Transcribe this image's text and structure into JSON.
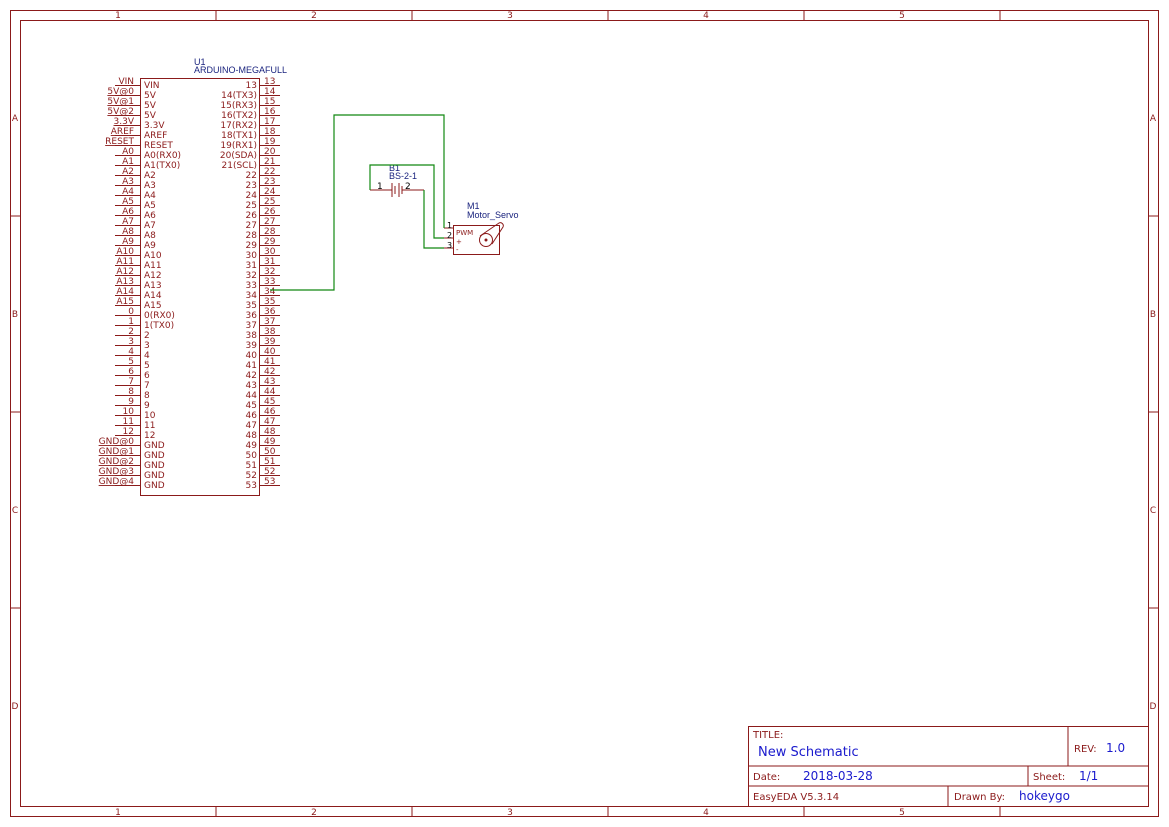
{
  "frame": {
    "col_labels": [
      "1",
      "2",
      "3",
      "4",
      "5"
    ],
    "row_labels": [
      "A",
      "B",
      "C",
      "D"
    ],
    "color": "#8b1a1a"
  },
  "u1": {
    "designator": "U1",
    "part": "ARDUINO-MEGAFULL",
    "left_pins": [
      {
        "ext": "VIN",
        "int": "VIN"
      },
      {
        "ext": "5V@0",
        "int": "5V"
      },
      {
        "ext": "5V@1",
        "int": "5V"
      },
      {
        "ext": "5V@2",
        "int": "5V"
      },
      {
        "ext": "3.3V",
        "int": "3.3V"
      },
      {
        "ext": "AREF",
        "int": "AREF"
      },
      {
        "ext": "RESET",
        "int": "RESET"
      },
      {
        "ext": "A0",
        "int": "A0(RX0)"
      },
      {
        "ext": "A1",
        "int": "A1(TX0)"
      },
      {
        "ext": "A2",
        "int": "A2"
      },
      {
        "ext": "A3",
        "int": "A3"
      },
      {
        "ext": "A4",
        "int": "A4"
      },
      {
        "ext": "A5",
        "int": "A5"
      },
      {
        "ext": "A6",
        "int": "A6"
      },
      {
        "ext": "A7",
        "int": "A7"
      },
      {
        "ext": "A8",
        "int": "A8"
      },
      {
        "ext": "A9",
        "int": "A9"
      },
      {
        "ext": "A10",
        "int": "A10"
      },
      {
        "ext": "A11",
        "int": "A11"
      },
      {
        "ext": "A12",
        "int": "A12"
      },
      {
        "ext": "A13",
        "int": "A13"
      },
      {
        "ext": "A14",
        "int": "A14"
      },
      {
        "ext": "A15",
        "int": "A15"
      },
      {
        "ext": "0",
        "int": "0(RX0)"
      },
      {
        "ext": "1",
        "int": "1(TX0)"
      },
      {
        "ext": "2",
        "int": "2"
      },
      {
        "ext": "3",
        "int": "3"
      },
      {
        "ext": "4",
        "int": "4"
      },
      {
        "ext": "5",
        "int": "5"
      },
      {
        "ext": "6",
        "int": "6"
      },
      {
        "ext": "7",
        "int": "7"
      },
      {
        "ext": "8",
        "int": "8"
      },
      {
        "ext": "9",
        "int": "9"
      },
      {
        "ext": "10",
        "int": "10"
      },
      {
        "ext": "11",
        "int": "11"
      },
      {
        "ext": "12",
        "int": "12"
      },
      {
        "ext": "GND@0",
        "int": "GND"
      },
      {
        "ext": "GND@1",
        "int": "GND"
      },
      {
        "ext": "GND@2",
        "int": "GND"
      },
      {
        "ext": "GND@3",
        "int": "GND"
      },
      {
        "ext": "GND@4",
        "int": "GND"
      }
    ],
    "right_pins": [
      {
        "ext": "13",
        "int": "13"
      },
      {
        "ext": "14",
        "int": "14(TX3)"
      },
      {
        "ext": "15",
        "int": "15(RX3)"
      },
      {
        "ext": "16",
        "int": "16(TX2)"
      },
      {
        "ext": "17",
        "int": "17(RX2)"
      },
      {
        "ext": "18",
        "int": "18(TX1)"
      },
      {
        "ext": "19",
        "int": "19(RX1)"
      },
      {
        "ext": "20",
        "int": "20(SDA)"
      },
      {
        "ext": "21",
        "int": "21(SCL)"
      },
      {
        "ext": "22",
        "int": "22"
      },
      {
        "ext": "23",
        "int": "23"
      },
      {
        "ext": "24",
        "int": "24"
      },
      {
        "ext": "25",
        "int": "25"
      },
      {
        "ext": "26",
        "int": "26"
      },
      {
        "ext": "27",
        "int": "27"
      },
      {
        "ext": "28",
        "int": "28"
      },
      {
        "ext": "29",
        "int": "29"
      },
      {
        "ext": "30",
        "int": "30"
      },
      {
        "ext": "31",
        "int": "31"
      },
      {
        "ext": "32",
        "int": "32"
      },
      {
        "ext": "33",
        "int": "33"
      },
      {
        "ext": "34",
        "int": "34"
      },
      {
        "ext": "35",
        "int": "35"
      },
      {
        "ext": "36",
        "int": "36"
      },
      {
        "ext": "37",
        "int": "37"
      },
      {
        "ext": "38",
        "int": "38"
      },
      {
        "ext": "39",
        "int": "39"
      },
      {
        "ext": "40",
        "int": "40"
      },
      {
        "ext": "41",
        "int": "41"
      },
      {
        "ext": "42",
        "int": "42"
      },
      {
        "ext": "43",
        "int": "43"
      },
      {
        "ext": "44",
        "int": "44"
      },
      {
        "ext": "45",
        "int": "45"
      },
      {
        "ext": "46",
        "int": "46"
      },
      {
        "ext": "47",
        "int": "47"
      },
      {
        "ext": "48",
        "int": "48"
      },
      {
        "ext": "49",
        "int": "49"
      },
      {
        "ext": "50",
        "int": "50"
      },
      {
        "ext": "51",
        "int": "51"
      },
      {
        "ext": "52",
        "int": "52"
      },
      {
        "ext": "53",
        "int": "53"
      }
    ]
  },
  "b1": {
    "designator": "B1",
    "part": "BS-2-1",
    "pin1": "1",
    "pin2": "2"
  },
  "m1": {
    "designator": "M1",
    "part": "Motor_Servo",
    "pwm_label": "PWM",
    "plus_label": "+",
    "minus_label": "-",
    "pin1": "1",
    "pin2": "2",
    "pin3": "3"
  },
  "title_block": {
    "title_label": "TITLE:",
    "title_value": "New Schematic",
    "rev_label": "REV:",
    "rev_value": "1.0",
    "date_label": "Date:",
    "date_value": "2018-03-28",
    "sheet_label": "Sheet:",
    "sheet_value": "1/1",
    "software": "EasyEDA V5.3.14",
    "drawn_label": "Drawn By:",
    "drawn_value": "hokeygo"
  },
  "colors": {
    "frame": "#8b1a1a",
    "wire": "#118811",
    "value_text": "#1a1acd",
    "part_text": "#1a237e"
  }
}
